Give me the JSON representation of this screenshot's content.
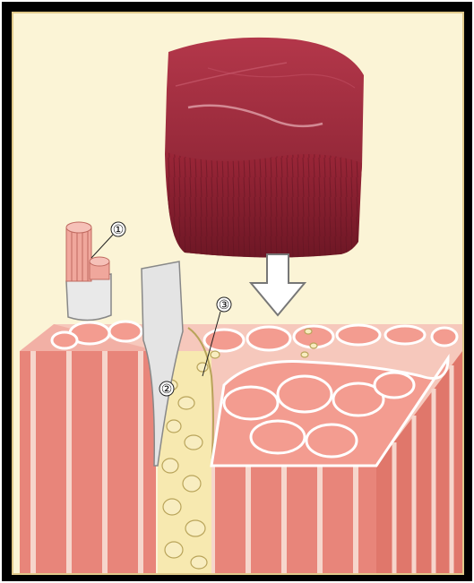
{
  "labels": {
    "one": "①",
    "two": "②",
    "three": "③"
  },
  "icons": {
    "arrow": "down-arrow-icon"
  },
  "colors": {
    "background": "#fbf4d6",
    "frame": "#000000",
    "muscle_fiber": "#e8857a",
    "muscle_fiber_light": "#f2b0a5",
    "fiber_stripe": "#f4c9bf",
    "fat_tissue": "#f7e9b0",
    "fat_outline": "#b9a45a",
    "membrane": "#dcdcdc",
    "meat": "#9a2a3a"
  }
}
